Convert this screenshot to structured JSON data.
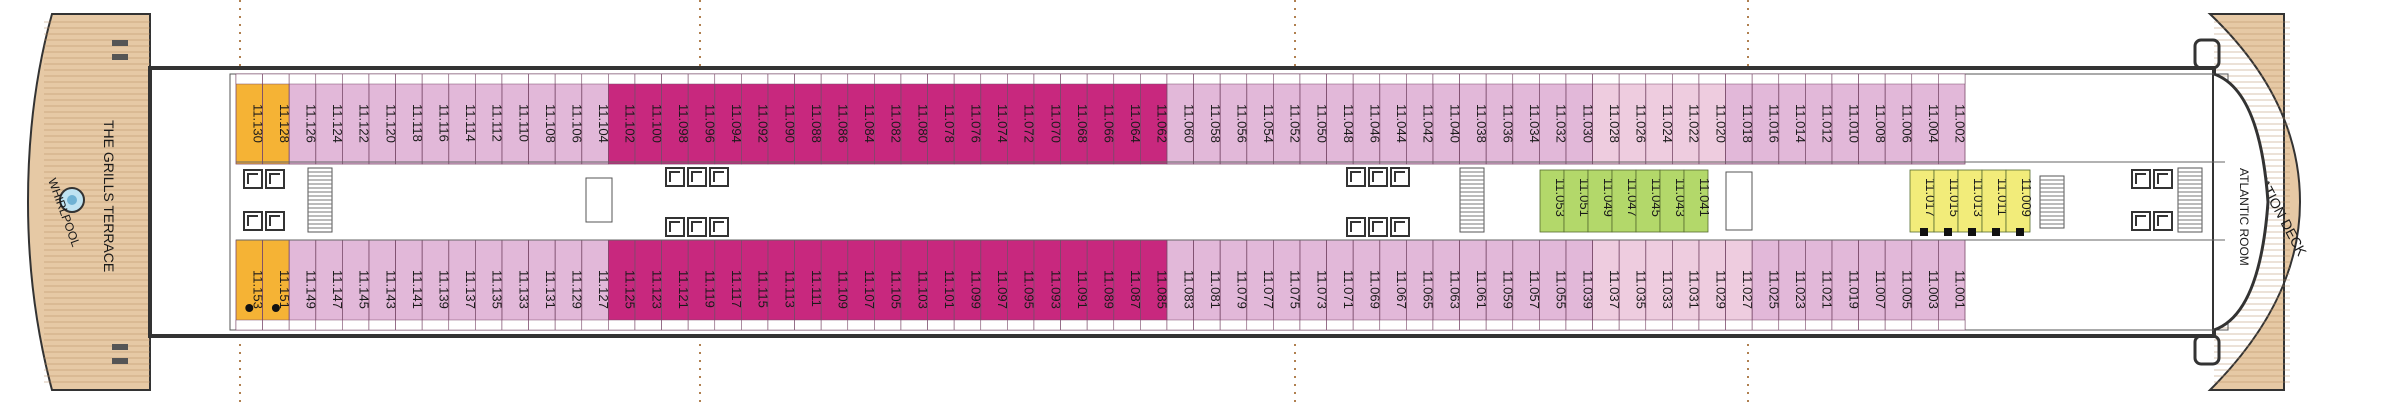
{
  "deck": {
    "areas": {
      "grills_terrace": "THE GRILLS TERRACE",
      "whirlpool": "WHIRLPOOL",
      "observation_deck": "OBSERVATION DECK",
      "atlantic_room": "ATLANTIC ROOM"
    },
    "top_cabins": [
      {
        "num": "11.130",
        "cat": "grill"
      },
      {
        "num": "11.128",
        "cat": "grill"
      },
      {
        "num": "11.126",
        "cat": "pink"
      },
      {
        "num": "11.124",
        "cat": "pink"
      },
      {
        "num": "11.122",
        "cat": "pink"
      },
      {
        "num": "11.120",
        "cat": "pink"
      },
      {
        "num": "11.118",
        "cat": "pink"
      },
      {
        "num": "11.116",
        "cat": "pink"
      },
      {
        "num": "11.114",
        "cat": "pink"
      },
      {
        "num": "11.112",
        "cat": "pink"
      },
      {
        "num": "11.110",
        "cat": "pink"
      },
      {
        "num": "11.108",
        "cat": "pink"
      },
      {
        "num": "11.106",
        "cat": "pink"
      },
      {
        "num": "11.104",
        "cat": "pink"
      },
      {
        "num": "11.102",
        "cat": "magenta"
      },
      {
        "num": "11.100",
        "cat": "magenta"
      },
      {
        "num": "11.098",
        "cat": "magenta"
      },
      {
        "num": "11.096",
        "cat": "magenta"
      },
      {
        "num": "11.094",
        "cat": "magenta"
      },
      {
        "num": "11.092",
        "cat": "magenta"
      },
      {
        "num": "11.090",
        "cat": "magenta"
      },
      {
        "num": "11.088",
        "cat": "magenta"
      },
      {
        "num": "11.086",
        "cat": "magenta"
      },
      {
        "num": "11.084",
        "cat": "magenta"
      },
      {
        "num": "11.082",
        "cat": "magenta"
      },
      {
        "num": "11.080",
        "cat": "magenta"
      },
      {
        "num": "11.078",
        "cat": "magenta"
      },
      {
        "num": "11.076",
        "cat": "magenta"
      },
      {
        "num": "11.074",
        "cat": "magenta"
      },
      {
        "num": "11.072",
        "cat": "magenta"
      },
      {
        "num": "11.070",
        "cat": "magenta"
      },
      {
        "num": "11.068",
        "cat": "magenta"
      },
      {
        "num": "11.066",
        "cat": "magenta"
      },
      {
        "num": "11.064",
        "cat": "magenta"
      },
      {
        "num": "11.062",
        "cat": "magenta"
      },
      {
        "num": "11.060",
        "cat": "pink"
      },
      {
        "num": "11.058",
        "cat": "pink"
      },
      {
        "num": "11.056",
        "cat": "pink"
      },
      {
        "num": "11.054",
        "cat": "pink"
      },
      {
        "num": "11.052",
        "cat": "pink"
      },
      {
        "num": "11.050",
        "cat": "pink"
      },
      {
        "num": "11.048",
        "cat": "pink"
      },
      {
        "num": "11.046",
        "cat": "pink"
      },
      {
        "num": "11.044",
        "cat": "pink"
      },
      {
        "num": "11.042",
        "cat": "pink"
      },
      {
        "num": "11.040",
        "cat": "pink"
      },
      {
        "num": "11.038",
        "cat": "pink"
      },
      {
        "num": "11.036",
        "cat": "pink"
      },
      {
        "num": "11.034",
        "cat": "pink"
      },
      {
        "num": "11.032",
        "cat": "pink"
      },
      {
        "num": "11.030",
        "cat": "pink"
      },
      {
        "num": "11.028",
        "cat": "light"
      },
      {
        "num": "11.026",
        "cat": "light"
      },
      {
        "num": "11.024",
        "cat": "light"
      },
      {
        "num": "11.022",
        "cat": "light"
      },
      {
        "num": "11.020",
        "cat": "light"
      },
      {
        "num": "11.018",
        "cat": "pink"
      },
      {
        "num": "11.016",
        "cat": "pink"
      },
      {
        "num": "11.014",
        "cat": "pink"
      },
      {
        "num": "11.012",
        "cat": "pink"
      },
      {
        "num": "11.010",
        "cat": "pink"
      },
      {
        "num": "11.008",
        "cat": "pink"
      },
      {
        "num": "11.006",
        "cat": "pink"
      },
      {
        "num": "11.004",
        "cat": "pink"
      },
      {
        "num": "11.002",
        "cat": "pink"
      }
    ],
    "bottom_cabins": [
      {
        "num": "11.153",
        "cat": "grill"
      },
      {
        "num": "11.151",
        "cat": "grill"
      },
      {
        "num": "11.149",
        "cat": "pink"
      },
      {
        "num": "11.147",
        "cat": "pink"
      },
      {
        "num": "11.145",
        "cat": "pink"
      },
      {
        "num": "11.143",
        "cat": "pink"
      },
      {
        "num": "11.141",
        "cat": "pink"
      },
      {
        "num": "11.139",
        "cat": "pink"
      },
      {
        "num": "11.137",
        "cat": "pink"
      },
      {
        "num": "11.135",
        "cat": "pink"
      },
      {
        "num": "11.133",
        "cat": "pink"
      },
      {
        "num": "11.131",
        "cat": "pink"
      },
      {
        "num": "11.129",
        "cat": "pink"
      },
      {
        "num": "11.127",
        "cat": "pink"
      },
      {
        "num": "11.125",
        "cat": "magenta"
      },
      {
        "num": "11.123",
        "cat": "magenta"
      },
      {
        "num": "11.121",
        "cat": "magenta"
      },
      {
        "num": "11.119",
        "cat": "magenta"
      },
      {
        "num": "11.117",
        "cat": "magenta"
      },
      {
        "num": "11.115",
        "cat": "magenta"
      },
      {
        "num": "11.113",
        "cat": "magenta"
      },
      {
        "num": "11.111",
        "cat": "magenta"
      },
      {
        "num": "11.109",
        "cat": "magenta"
      },
      {
        "num": "11.107",
        "cat": "magenta"
      },
      {
        "num": "11.105",
        "cat": "magenta"
      },
      {
        "num": "11.103",
        "cat": "magenta"
      },
      {
        "num": "11.101",
        "cat": "magenta"
      },
      {
        "num": "11.099",
        "cat": "magenta"
      },
      {
        "num": "11.097",
        "cat": "magenta"
      },
      {
        "num": "11.095",
        "cat": "magenta"
      },
      {
        "num": "11.093",
        "cat": "magenta"
      },
      {
        "num": "11.091",
        "cat": "magenta"
      },
      {
        "num": "11.089",
        "cat": "magenta"
      },
      {
        "num": "11.087",
        "cat": "magenta"
      },
      {
        "num": "11.085",
        "cat": "magenta"
      },
      {
        "num": "11.083",
        "cat": "pink"
      },
      {
        "num": "11.081",
        "cat": "pink"
      },
      {
        "num": "11.079",
        "cat": "pink"
      },
      {
        "num": "11.077",
        "cat": "pink"
      },
      {
        "num": "11.075",
        "cat": "pink"
      },
      {
        "num": "11.073",
        "cat": "pink"
      },
      {
        "num": "11.071",
        "cat": "pink"
      },
      {
        "num": "11.069",
        "cat": "pink"
      },
      {
        "num": "11.067",
        "cat": "pink"
      },
      {
        "num": "11.065",
        "cat": "pink"
      },
      {
        "num": "11.063",
        "cat": "pink"
      },
      {
        "num": "11.061",
        "cat": "pink"
      },
      {
        "num": "11.059",
        "cat": "pink"
      },
      {
        "num": "11.057",
        "cat": "pink"
      },
      {
        "num": "11.055",
        "cat": "pink"
      },
      {
        "num": "11.039",
        "cat": "pink"
      },
      {
        "num": "11.037",
        "cat": "light"
      },
      {
        "num": "11.035",
        "cat": "light"
      },
      {
        "num": "11.033",
        "cat": "light"
      },
      {
        "num": "11.031",
        "cat": "light"
      },
      {
        "num": "11.029",
        "cat": "light"
      },
      {
        "num": "11.027",
        "cat": "light"
      },
      {
        "num": "11.025",
        "cat": "pink"
      },
      {
        "num": "11.023",
        "cat": "pink"
      },
      {
        "num": "11.021",
        "cat": "pink"
      },
      {
        "num": "11.019",
        "cat": "pink"
      },
      {
        "num": "11.007",
        "cat": "pink"
      },
      {
        "num": "11.005",
        "cat": "pink"
      },
      {
        "num": "11.003",
        "cat": "pink"
      },
      {
        "num": "11.001",
        "cat": "pink"
      }
    ],
    "green_cabins": [
      "11.053",
      "11.051",
      "11.049",
      "11.047",
      "11.045",
      "11.043",
      "11.041"
    ],
    "yellow_cabins": [
      "11.017",
      "11.015",
      "11.013",
      "11.011",
      "11.009"
    ],
    "colors": {
      "grill": "#f5b335",
      "pink": "#e2b8d9",
      "magenta": "#c8287e",
      "light": "#eeccdf",
      "green": "#b3d86a",
      "yellow": "#f2ec7a",
      "wood": "#e6c9a5",
      "wood_line": "#b58c62",
      "hull": "#333333",
      "corridor": "#ffffff"
    }
  }
}
